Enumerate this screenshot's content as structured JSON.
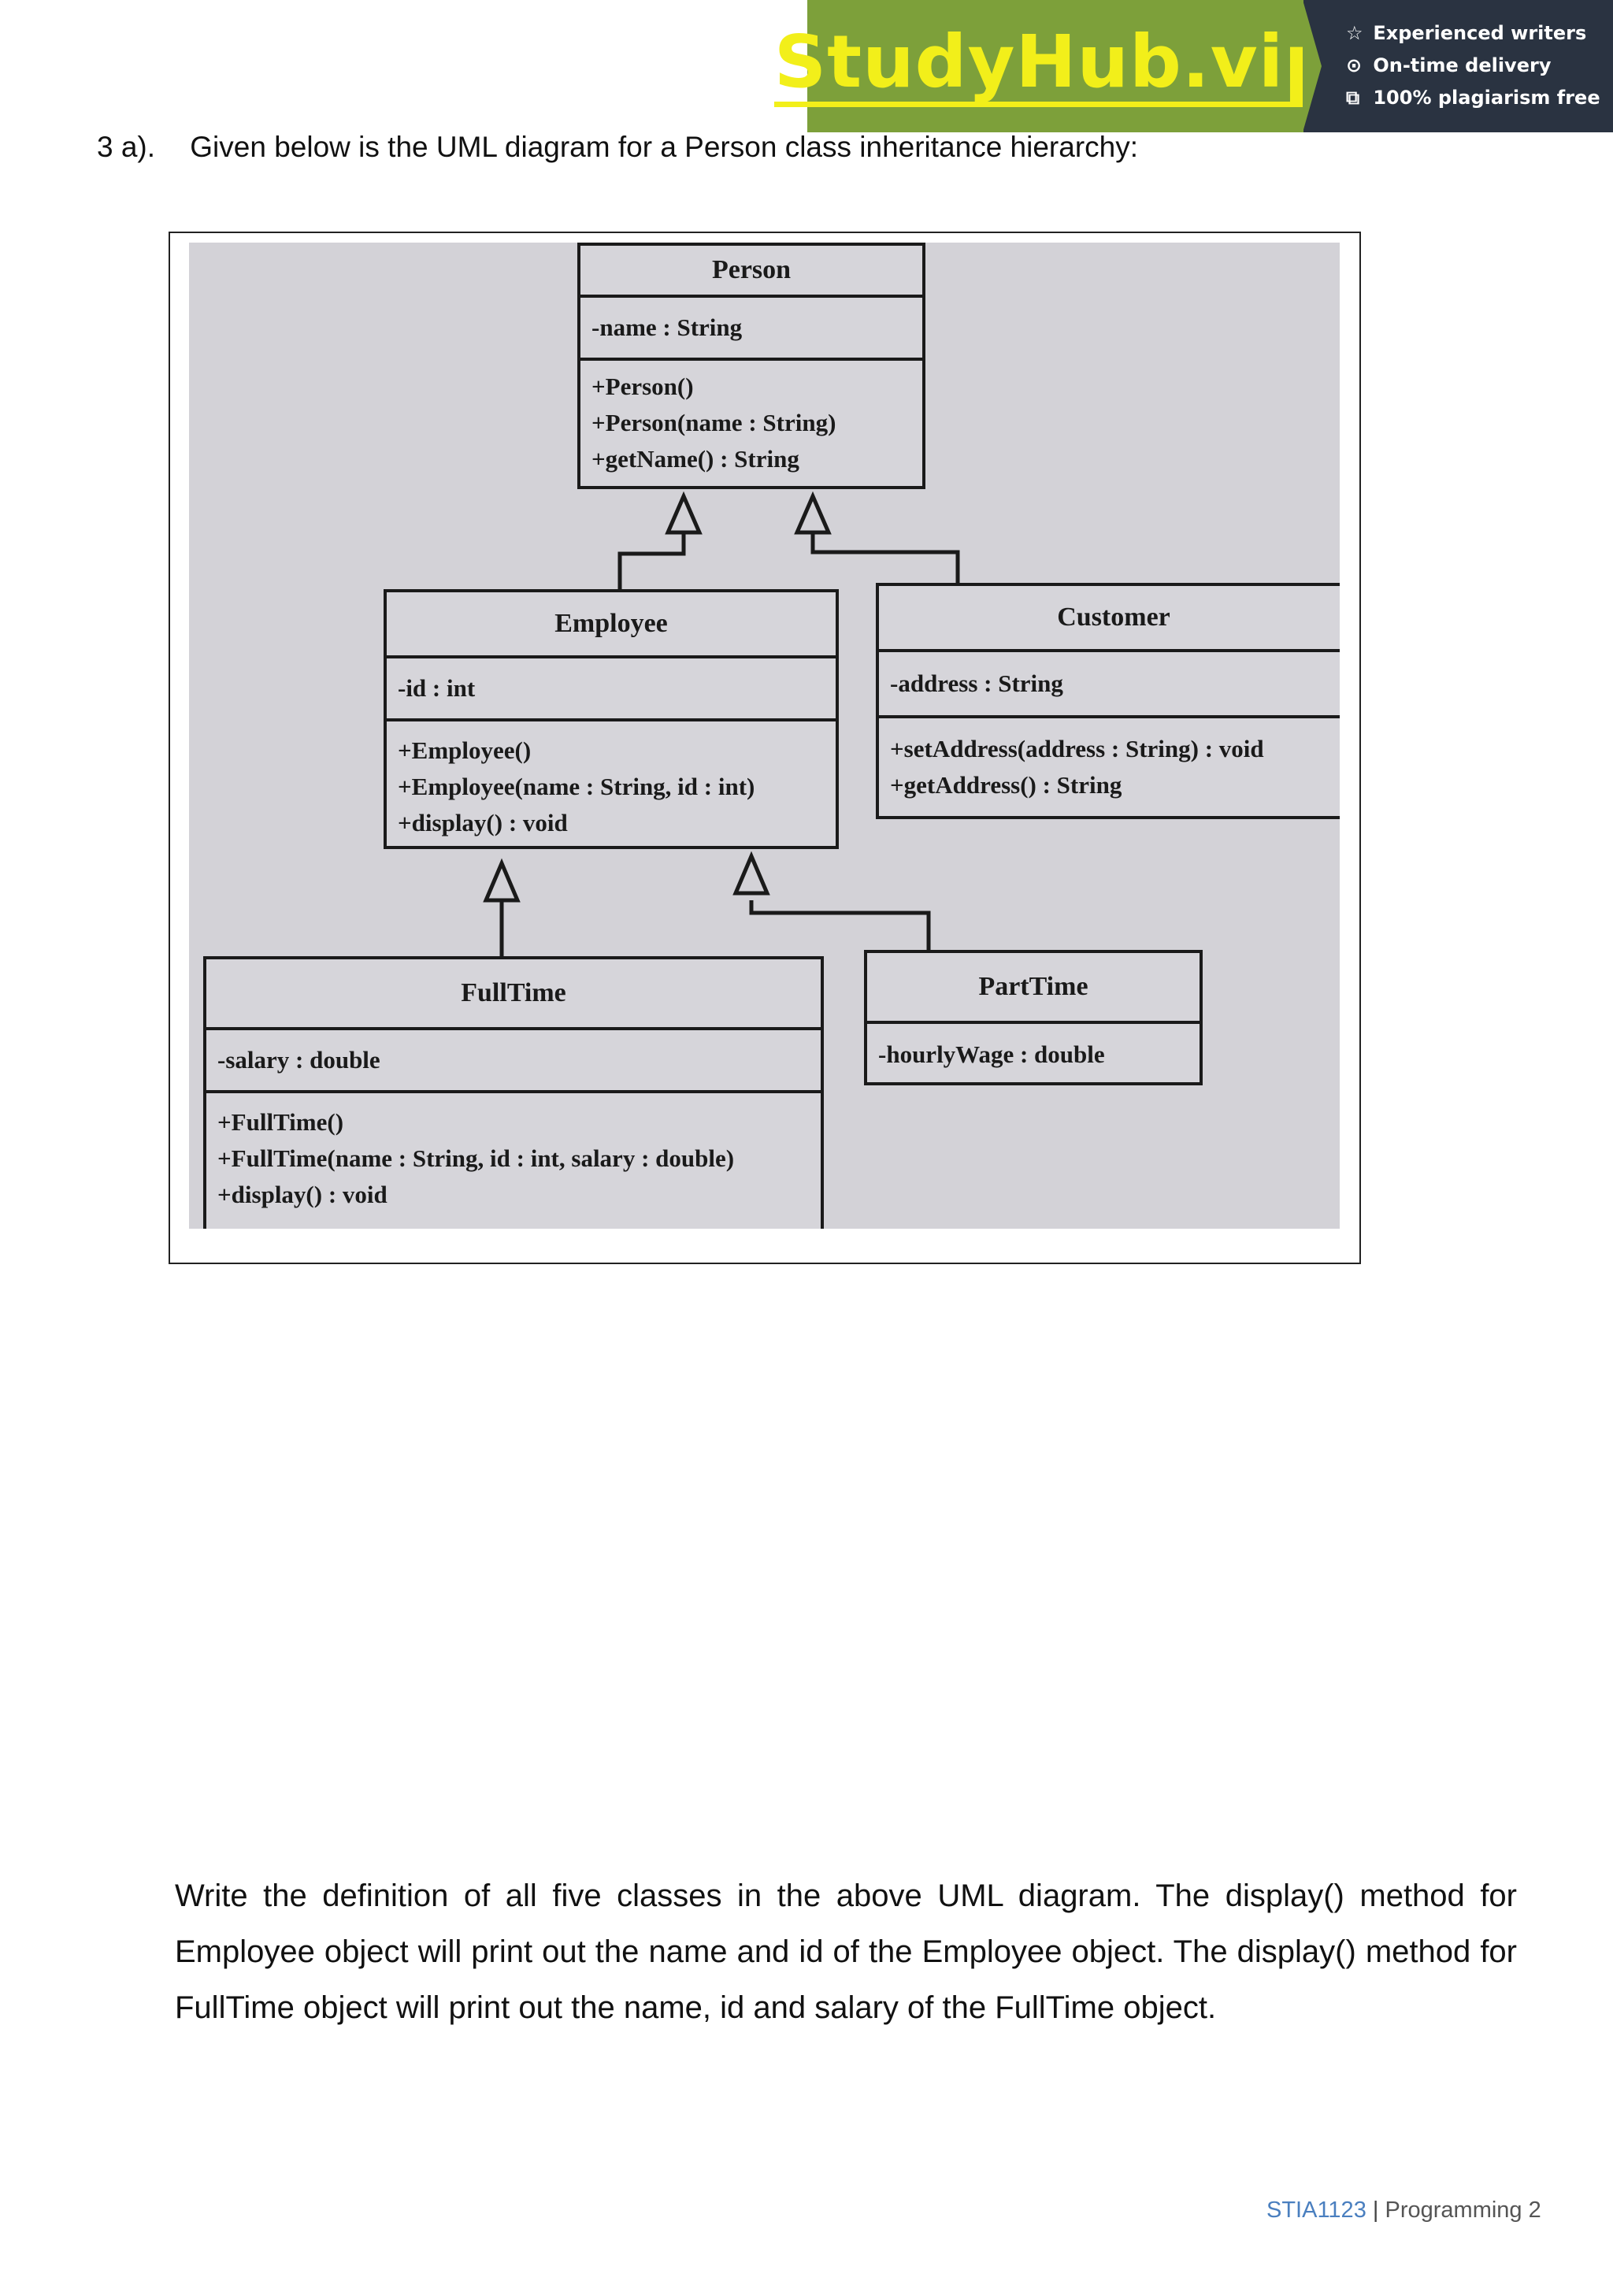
{
  "banner": {
    "brand": "StudyHub.vip",
    "features": [
      {
        "icon": "star-icon",
        "glyph": "☆",
        "text": "Experienced writers"
      },
      {
        "icon": "clock-icon",
        "glyph": "⊙",
        "text": "On-time delivery"
      },
      {
        "icon": "copy-icon",
        "glyph": "⧉",
        "text": "100% plagiarism free"
      }
    ]
  },
  "question": {
    "number": "3 a).",
    "text": "Given below is the UML diagram for a Person class inheritance hierarchy:"
  },
  "uml": {
    "person": {
      "name": "Person",
      "attributes": [
        "-name : String"
      ],
      "methods": [
        "+Person()",
        "+Person(name : String)",
        "+getName() : String"
      ]
    },
    "employee": {
      "name": "Employee",
      "attributes": [
        "-id : int"
      ],
      "methods": [
        "+Employee()",
        "+Employee(name : String, id : int)",
        "+display() : void"
      ]
    },
    "customer": {
      "name": "Customer",
      "attributes": [
        "-address : String"
      ],
      "methods": [
        "+setAddress(address : String) : void",
        "+getAddress() : String"
      ]
    },
    "fulltime": {
      "name": "FullTime",
      "attributes": [
        "-salary : double"
      ],
      "methods": [
        "+FullTime()",
        "+FullTime(name : String, id : int, salary : double)",
        "+display() : void"
      ]
    },
    "parttime": {
      "name": "PartTime",
      "attributes": [
        "-hourlyWage : double"
      ]
    }
  },
  "task": {
    "text": "Write the definition of all five classes in the above UML diagram. The display() method for Employee  object will print out the name and id of the Employee object. The display() method for FullTime object will print out the name, id and salary of the FullTime object."
  },
  "footer": {
    "course_code": "STIA1123",
    "separator": "|",
    "course_name": "Programming 2"
  }
}
